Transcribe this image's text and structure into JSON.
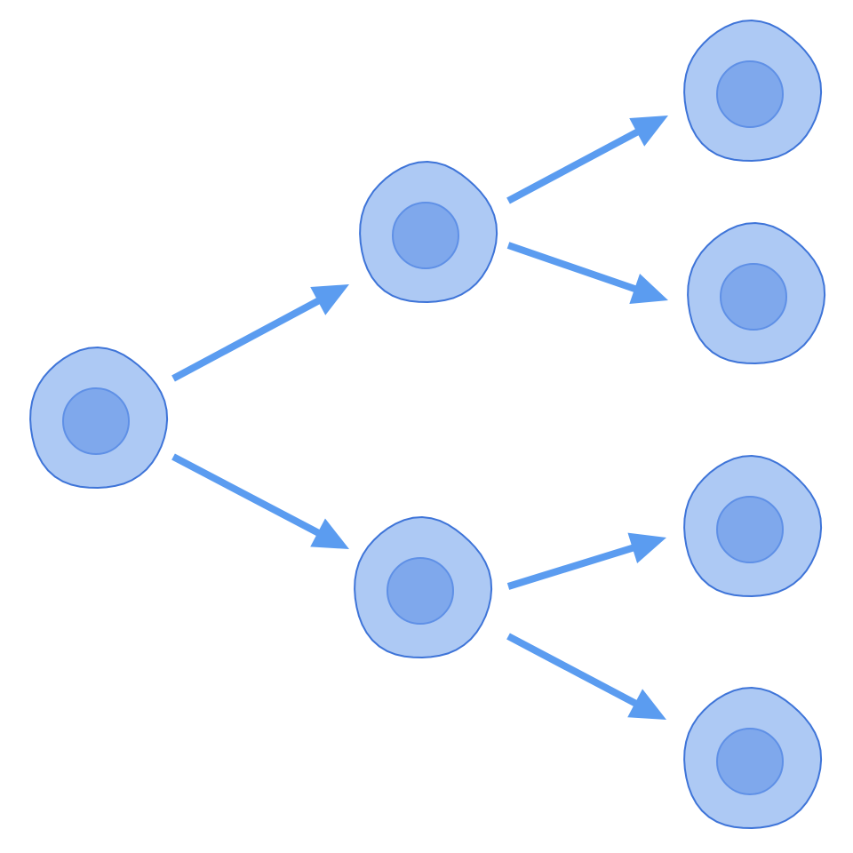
{
  "diagram": {
    "kind": "cell-division-tree",
    "colors": {
      "background": "#ffffff",
      "cell_fill": "#adc9f4",
      "cell_outline": "#3e74d8",
      "nucleus_fill": "#7fa8ec",
      "nucleus_outline": "#5f90e6",
      "arrow": "#5b9cf0"
    },
    "cells": [
      {
        "id": "parent",
        "generation": 1
      },
      {
        "id": "daughter-a",
        "generation": 2
      },
      {
        "id": "daughter-b",
        "generation": 2
      },
      {
        "id": "granddaughter-a1",
        "generation": 3
      },
      {
        "id": "granddaughter-a2",
        "generation": 3
      },
      {
        "id": "granddaughter-b1",
        "generation": 3
      },
      {
        "id": "granddaughter-b2",
        "generation": 3
      }
    ],
    "arrows": [
      {
        "from": "parent",
        "to": "daughter-a"
      },
      {
        "from": "parent",
        "to": "daughter-b"
      },
      {
        "from": "daughter-a",
        "to": "granddaughter-a1"
      },
      {
        "from": "daughter-a",
        "to": "granddaughter-a2"
      },
      {
        "from": "daughter-b",
        "to": "granddaughter-b1"
      },
      {
        "from": "daughter-b",
        "to": "granddaughter-b2"
      }
    ]
  }
}
